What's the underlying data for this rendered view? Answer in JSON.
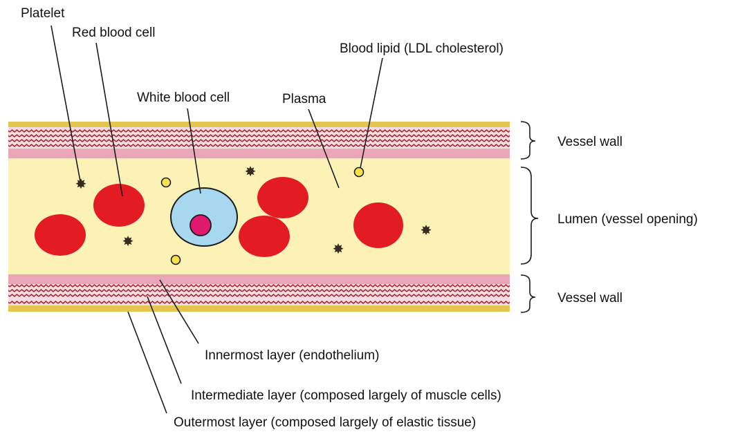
{
  "diagram": {
    "labels": {
      "platelet": "Platelet",
      "red_blood_cell": "Red blood cell",
      "white_blood_cell": "White blood cell",
      "plasma": "Plasma",
      "blood_lipid": "Blood lipid (LDL cholesterol)",
      "vessel_wall_top": "Vessel wall",
      "lumen": "Lumen (vessel opening)",
      "vessel_wall_bottom": "Vessel wall",
      "innermost_layer": "Innermost layer (endothelium)",
      "intermediate_layer": "Intermediate layer (composed largely of muscle cells)",
      "outermost_layer": "Outermost layer (composed largely of elastic tissue)"
    },
    "colors": {
      "outer_layer": "#e3c64f",
      "muscle_layer_bg": "#f6dde2",
      "muscle_wave": "#a8242e",
      "endothelium": "#eaa6b8",
      "plasma": "#fdf2b6",
      "red_blood_cell": "#e31b23",
      "white_blood_cell": "#a8d8f0",
      "white_cell_nucleus": "#e0196e",
      "lipid": "#f6e24a",
      "platelet": "#3a2a22"
    }
  }
}
